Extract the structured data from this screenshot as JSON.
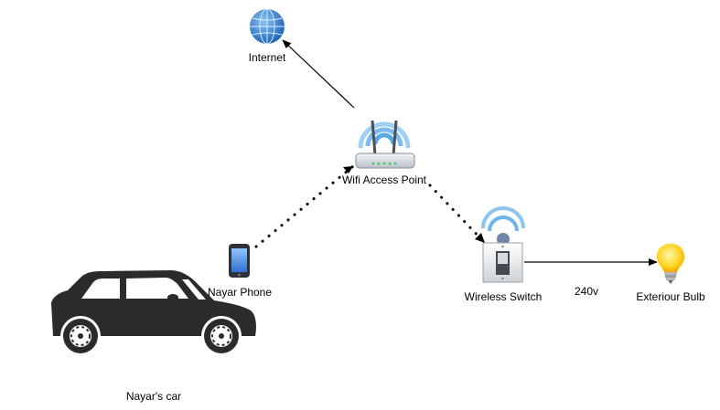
{
  "nodes": {
    "internet": {
      "label": "Internet",
      "icon": "globe-icon"
    },
    "access_point": {
      "label": "Wifi Access Point",
      "icon": "wifi-router-icon"
    },
    "phone": {
      "label": "Nayar Phone",
      "icon": "smartphone-icon"
    },
    "switch": {
      "label": "Wireless Switch",
      "icon": "wireless-switch-icon"
    },
    "bulb": {
      "label": "Exteriour Bulb",
      "icon": "light-bulb-icon"
    },
    "car": {
      "label": "Nayar's car",
      "icon": "car-icon"
    }
  },
  "edges": {
    "switch_to_bulb": {
      "label": "240v"
    }
  },
  "colors": {
    "wifi_blue": "#5aa9e6",
    "globe_blue": "#3a86d6",
    "bulb_yellow": "#ffd21f",
    "car_dark": "#2b2b2b"
  }
}
